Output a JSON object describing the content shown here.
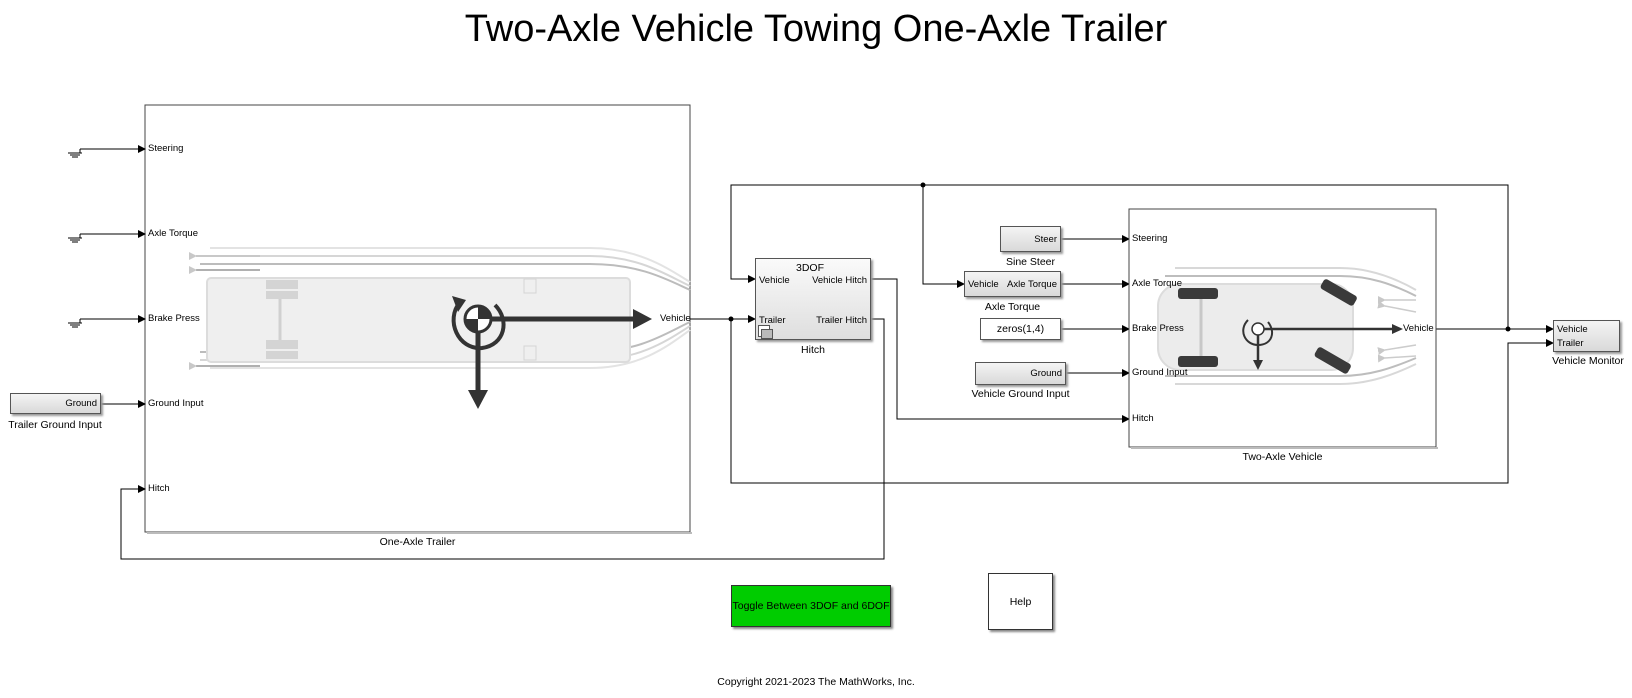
{
  "title": "Two-Axle Vehicle Towing One-Axle Trailer",
  "trailer_block": {
    "name": "One-Axle Trailer",
    "inputs": [
      "Steering",
      "Axle Torque",
      "Brake Press",
      "Ground Input",
      "Hitch"
    ],
    "output": "Vehicle"
  },
  "trailer_ground": {
    "label": "Ground",
    "name": "Trailer Ground Input"
  },
  "hitch_block": {
    "name": "Hitch",
    "mode": "3DOF",
    "in_vehicle": "Vehicle",
    "in_trailer": "Trailer",
    "out_vehicle": "Vehicle Hitch",
    "out_trailer": "Trailer Hitch"
  },
  "sine_steer": {
    "label": "Steer",
    "name": "Sine Steer"
  },
  "axle_torque": {
    "in": "Vehicle",
    "out": "Axle Torque",
    "name": "Axle Torque"
  },
  "zeros_block": {
    "label": "zeros(1,4)"
  },
  "vehicle_ground": {
    "label": "Ground",
    "name": "Vehicle Ground Input"
  },
  "vehicle_block": {
    "name": "Two-Axle Vehicle",
    "inputs": [
      "Steering",
      "Axle Torque",
      "Brake Press",
      "Ground Input",
      "Hitch"
    ],
    "output": "Vehicle"
  },
  "monitor_block": {
    "in_vehicle": "Vehicle",
    "in_trailer": "Trailer",
    "name": "Vehicle Monitor"
  },
  "toggle_button": "Toggle Between 3DOF and 6DOF",
  "help_button": "Help",
  "copyright": "Copyright 2021-2023 The MathWorks, Inc.",
  "colors": {
    "toggle_green": "#00cc00",
    "line": "#000000"
  }
}
